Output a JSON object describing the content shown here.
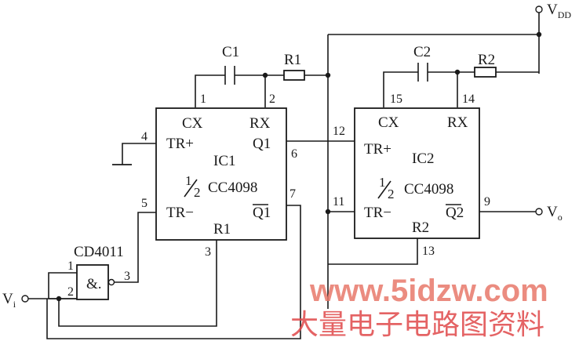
{
  "supply": {
    "vdd_label": "V",
    "vdd_sub": "DD"
  },
  "input": {
    "label": "V",
    "sub": "i"
  },
  "output": {
    "label": "V",
    "sub": "o"
  },
  "gate": {
    "part": "CD4011",
    "symbol": "&.",
    "pin_in1": "1",
    "pin_in2": "2",
    "pin_out": "3"
  },
  "components": {
    "c1": "C1",
    "r1": "R1",
    "c2": "C2",
    "r2": "R2"
  },
  "ic1": {
    "name": "IC1",
    "part": "CC4098",
    "half_num": "1",
    "half_den": "2",
    "cx": "CX",
    "rx": "RX",
    "trp": "TR+",
    "trm": "TR−",
    "q": "Q1",
    "qbar": "Q1",
    "reset": "R1",
    "pins": {
      "cx": "1",
      "rx": "2",
      "trp": "4",
      "trm": "5",
      "q": "6",
      "qbar": "7",
      "reset": "3"
    }
  },
  "ic2": {
    "name": "IC2",
    "part": "CC4098",
    "half_num": "1",
    "half_den": "2",
    "cx": "CX",
    "rx": "RX",
    "trp": "TR+",
    "trm": "TR−",
    "qbar": "Q2",
    "reset": "R2",
    "pins": {
      "cx": "15",
      "rx": "14",
      "trp": "12",
      "trm": "11",
      "qbar": "9",
      "reset": "13"
    }
  },
  "watermark": {
    "url": "www.5idzw.com",
    "cn": "大量电子电路图资料",
    "color_url": "#e8786a",
    "color_cn": "#e0484a"
  }
}
